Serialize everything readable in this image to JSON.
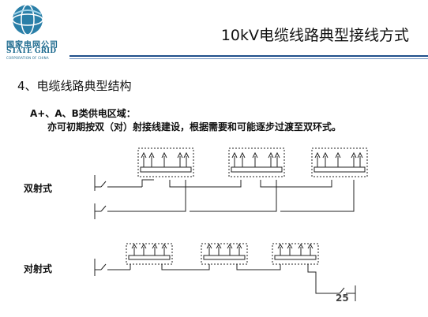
{
  "logo": {
    "name_cn": "国家电网公司",
    "name_en": "STATE GRID",
    "subtitle": "CORPORATION OF CHINA"
  },
  "title": "10kV电缆线路典型接线方式",
  "heading": "4、电缆线路典型结构",
  "region_line": "A+、A、B类供电区域：",
  "description_line": "亦可初期按双（对）射接线建设，根据需要和可能逐步过渡至双环式。",
  "diagrams": [
    {
      "label": "双射式"
    },
    {
      "label": "对射式"
    }
  ],
  "page_number": "25",
  "colors": {
    "accent": "#1f4f8a",
    "brand": "#1e6b8f"
  }
}
